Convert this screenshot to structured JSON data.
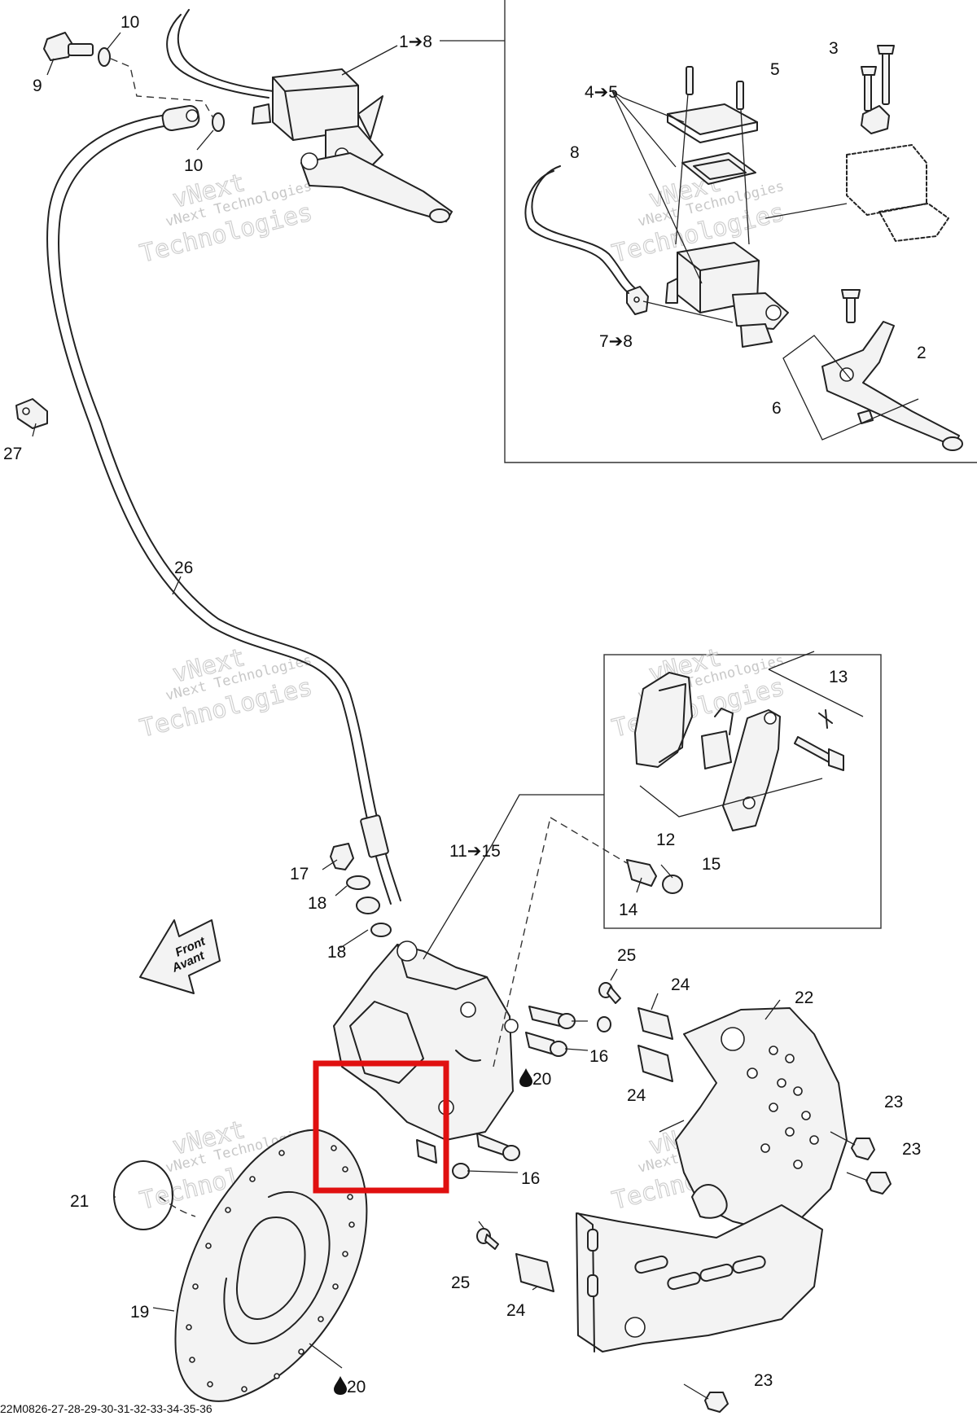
{
  "callouts": {
    "c1_8": "1➔8",
    "c2": "2",
    "c3": "3",
    "c4_5": "4➔5",
    "c5": "5",
    "c6": "6",
    "c7_8": "7➔8",
    "c8": "8",
    "c9": "9",
    "c10a": "10",
    "c10b": "10",
    "c11_15": "11➔15",
    "c12": "12",
    "c13": "13",
    "c14": "14",
    "c15": "15",
    "c16a": "16",
    "c16b": "16",
    "c17": "17",
    "c18a": "18",
    "c18b": "18",
    "c19": "19",
    "c20a": "20",
    "c20b": "20",
    "c21": "21",
    "c22": "22",
    "c23a": "23",
    "c23b": "23",
    "c23c": "23",
    "c24a": "24",
    "c24b": "24",
    "c24c": "24",
    "c25a": "25",
    "c25b": "25",
    "c26": "26",
    "c27": "27"
  },
  "watermark": {
    "line1": "vNext",
    "line2": "vNext Technologies",
    "line3": "Technologies"
  },
  "direction_arrow": {
    "line1": "Front",
    "line2": "Avant"
  },
  "drawing_code": "22M0826-27-28-29-30-31-32-33-34-35-36",
  "highlight_color": "#e01010"
}
